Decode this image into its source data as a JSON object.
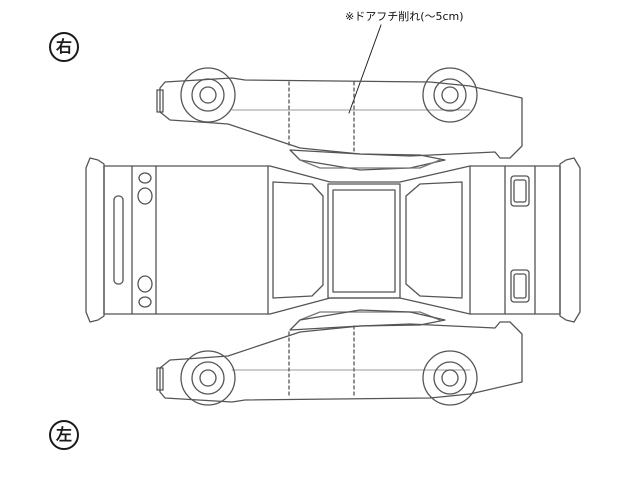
{
  "badges": {
    "right_side": "右",
    "left_side": "左"
  },
  "annotations": [
    {
      "text": "※ドアフチ削れ(〜5cm)",
      "part": "door edge",
      "side": "right"
    }
  ]
}
